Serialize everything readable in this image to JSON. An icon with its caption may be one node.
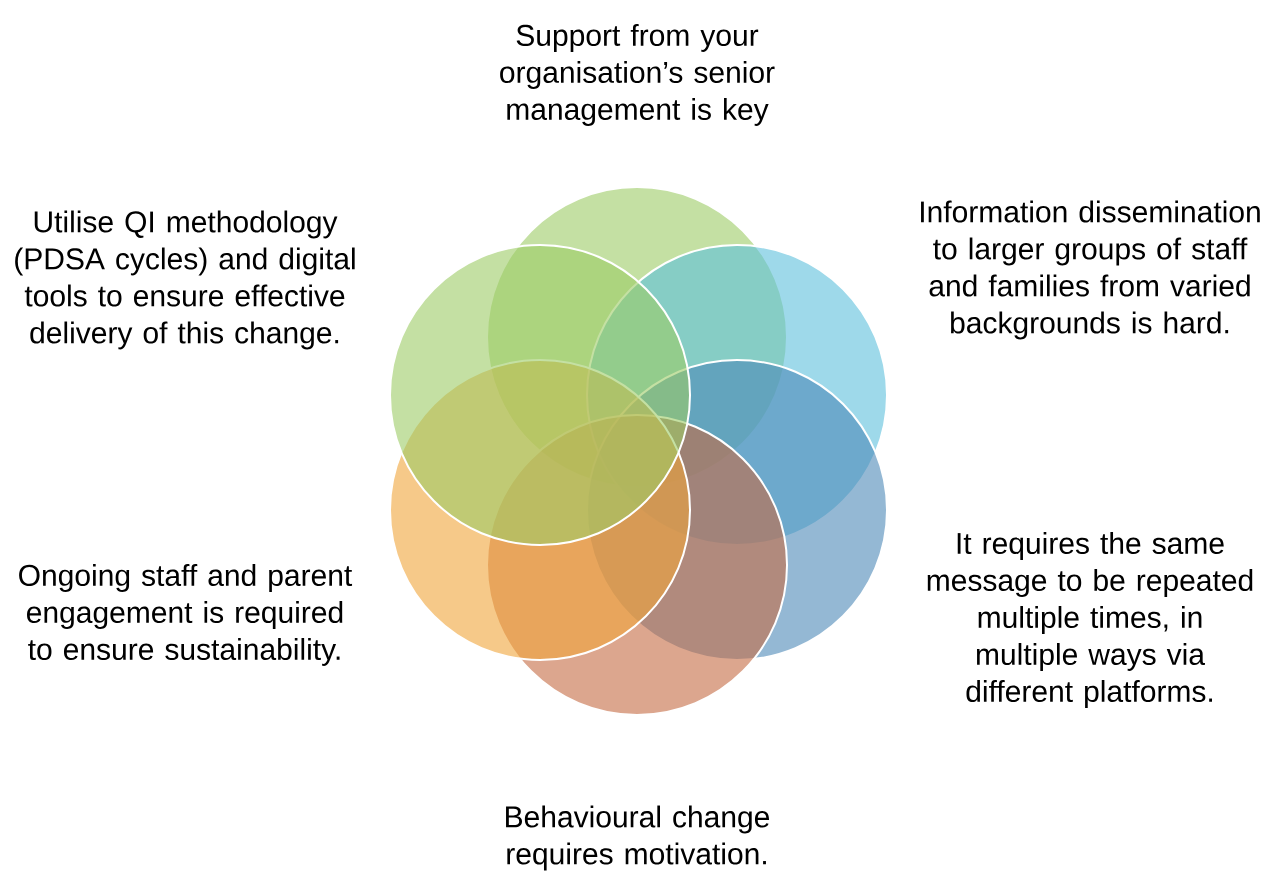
{
  "diagram": {
    "nodes": [
      {
        "text": [],
        "shape": "circle",
        "beside": [
          "Support from your organisation’s senior management is key"
        ]
      },
      {
        "text": [],
        "shape": "circle",
        "beside": [
          "Information dissemination to larger groups of staff and families from varied backgrounds is hard."
        ]
      },
      {
        "text": [],
        "shape": "circle",
        "beside": [
          "It requires the same message to be repeated multiple times, in multiple ways via different platforms."
        ]
      },
      {
        "text": [],
        "shape": "circle",
        "beside": [
          "Behavioural change requires motivation."
        ]
      },
      {
        "text": [],
        "shape": "circle",
        "beside": [
          "Ongoing staff and parent engagement is required to ensure sustainability."
        ]
      },
      {
        "text": [],
        "shape": "circle",
        "beside": [
          "Utilise QI methodology (PDSA cycles) and digital tools to ensure effective delivery of this change."
        ]
      }
    ]
  }
}
